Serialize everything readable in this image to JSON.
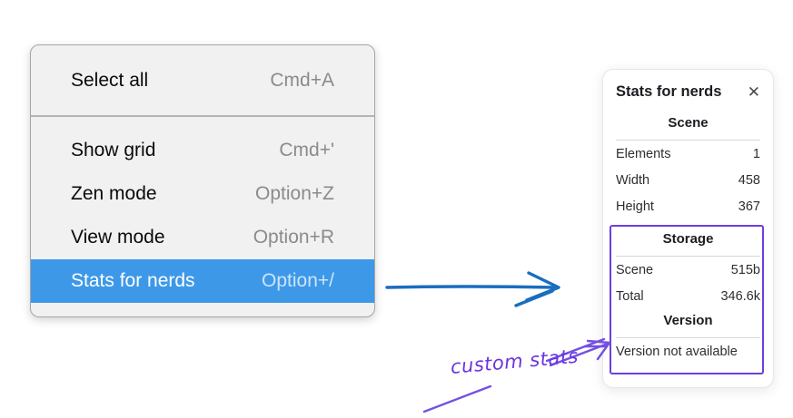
{
  "menu": {
    "sections": [
      {
        "items": [
          {
            "label": "Select all",
            "shortcut": "Cmd+A"
          }
        ]
      },
      {
        "items": [
          {
            "label": "Show grid",
            "shortcut": "Cmd+'"
          },
          {
            "label": "Zen mode",
            "shortcut": "Option+Z"
          },
          {
            "label": "View mode",
            "shortcut": "Option+R"
          },
          {
            "label": "Stats for nerds",
            "shortcut": "Option+/",
            "highlighted": true
          }
        ]
      }
    ]
  },
  "stats_panel": {
    "title": "Stats for nerds",
    "close_icon": "✕",
    "scene": {
      "heading": "Scene",
      "rows": [
        {
          "label": "Elements",
          "value": "1"
        },
        {
          "label": "Width",
          "value": "458"
        },
        {
          "label": "Height",
          "value": "367"
        }
      ]
    },
    "storage": {
      "heading": "Storage",
      "rows": [
        {
          "label": "Scene",
          "value": "515b"
        },
        {
          "label": "Total",
          "value": "346.6k"
        }
      ]
    },
    "version": {
      "heading": "Version",
      "note": "Version not available"
    }
  },
  "annotation": {
    "label": "custom stats"
  },
  "colors": {
    "menu_highlight": "#3d99e8",
    "menu_background": "#f1f1f1",
    "flow_arrow_blue": "#1a6dbf",
    "annotation_purple": "#6c3fe0"
  }
}
